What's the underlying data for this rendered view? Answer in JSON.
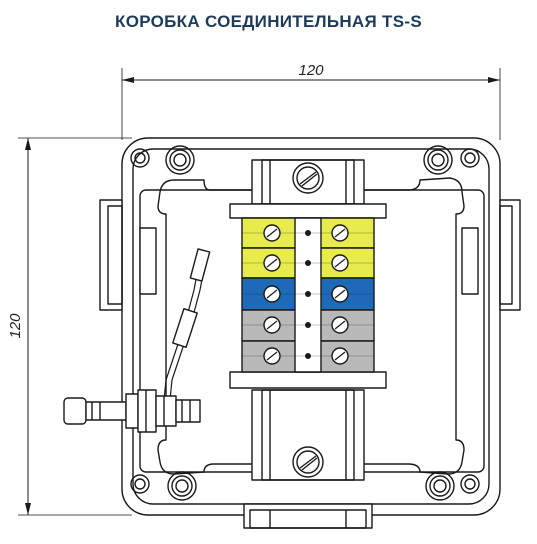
{
  "title": "КОРОБКА СОЕДИНИТЕЛЬНАЯ TS-S",
  "dimensions": {
    "width_label": "120",
    "height_label": "120"
  },
  "terminal_colors": {
    "yellow_green": "#e8eb4c",
    "blue": "#1e6ab8",
    "grey": "#b9b9b9"
  }
}
